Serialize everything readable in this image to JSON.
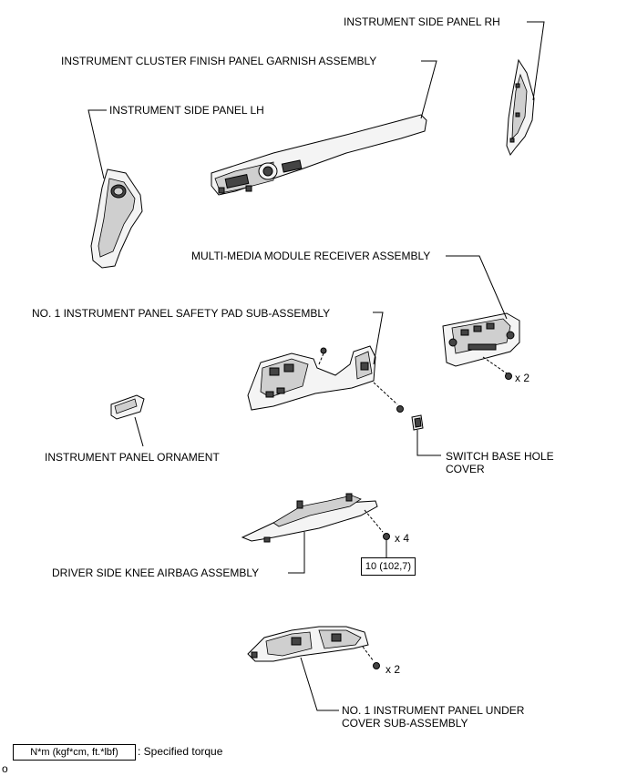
{
  "labels": {
    "side_panel_rh": "INSTRUMENT SIDE PANEL RH",
    "cluster_garnish": "INSTRUMENT CLUSTER FINISH PANEL GARNISH ASSEMBLY",
    "side_panel_lh": "INSTRUMENT SIDE PANEL LH",
    "multimedia": "MULTI-MEDIA MODULE RECEIVER ASSEMBLY",
    "safety_pad": "NO. 1 INSTRUMENT PANEL SAFETY PAD SUB-ASSEMBLY",
    "ornament": "INSTRUMENT PANEL ORNAMENT",
    "switch_cover_1": "SWITCH BASE HOLE",
    "switch_cover_2": "COVER",
    "knee_airbag": "DRIVER SIDE KNEE AIRBAG ASSEMBLY",
    "under_cover_1": "NO. 1 INSTRUMENT PANEL UNDER",
    "under_cover_2": "COVER SUB-ASSEMBLY"
  },
  "quantities": {
    "multimedia_bolts": "x 2",
    "knee_airbag_bolts": "x 4",
    "under_cover_clips": "x 2"
  },
  "torque_value": "10 (102,7)",
  "legend": {
    "box": "N*m (kgf*cm, ft.*lbf)",
    "text": ": Specified torque"
  },
  "corner_mark": "o"
}
